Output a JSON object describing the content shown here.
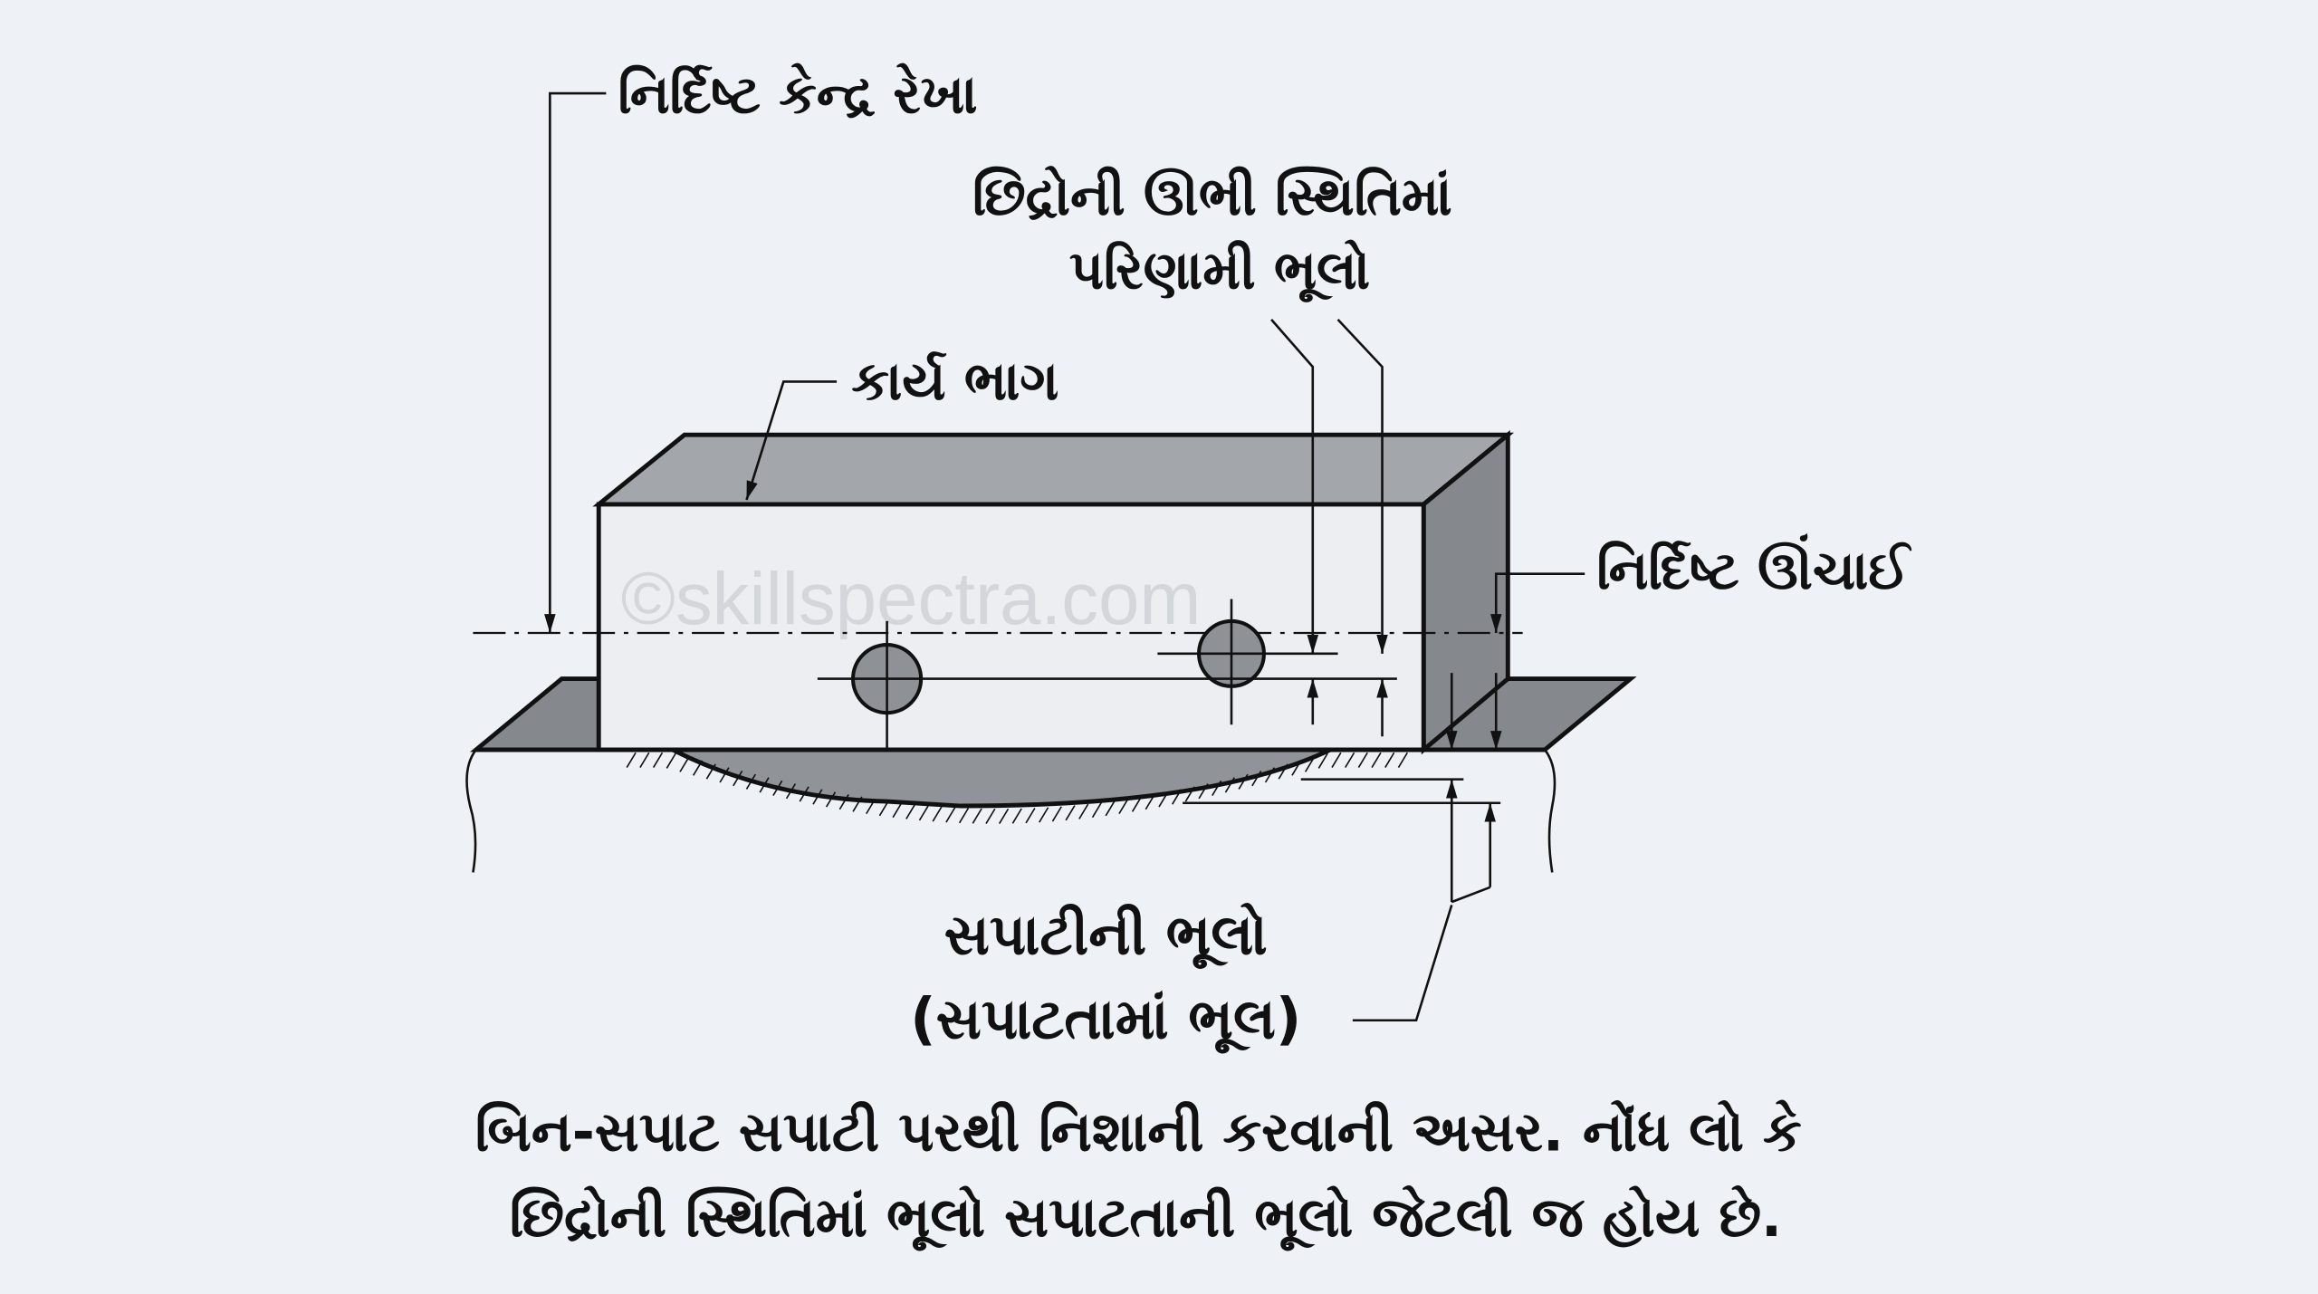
{
  "labels": {
    "reference_centerline": "નિર્દિષ્ટ કેન્દ્ર રેખા",
    "hole_error_line1": "છિદ્રોની ઊભી સ્થિતિમાં",
    "hole_error_line2": "પરિણામી ભૂલો",
    "workpiece": "કાર્ય ભાગ",
    "specified_height": "નિર્દિષ્ટ ઊંચાઈ",
    "surface_error_line1": "સપાટીની ભૂલો",
    "surface_error_line2": "(સપાટતામાં ભૂલ)"
  },
  "caption": {
    "line1": "બિન-સપાટ સપાટી પરથી નિશાની કરવાની અસર. નોંધ લો કે",
    "line2": "છિદ્રોની સ્થિતિમાં ભૂલો  સપાટતાની ભૂલો જેટલી જ હોય છે."
  },
  "watermark": "©skillspectra.com",
  "colors": {
    "background": "#eef1f5",
    "face_light": "#eceef1",
    "face_mid": "#a3a6ab",
    "face_dark": "#85888d",
    "hole": "#8e9196"
  }
}
